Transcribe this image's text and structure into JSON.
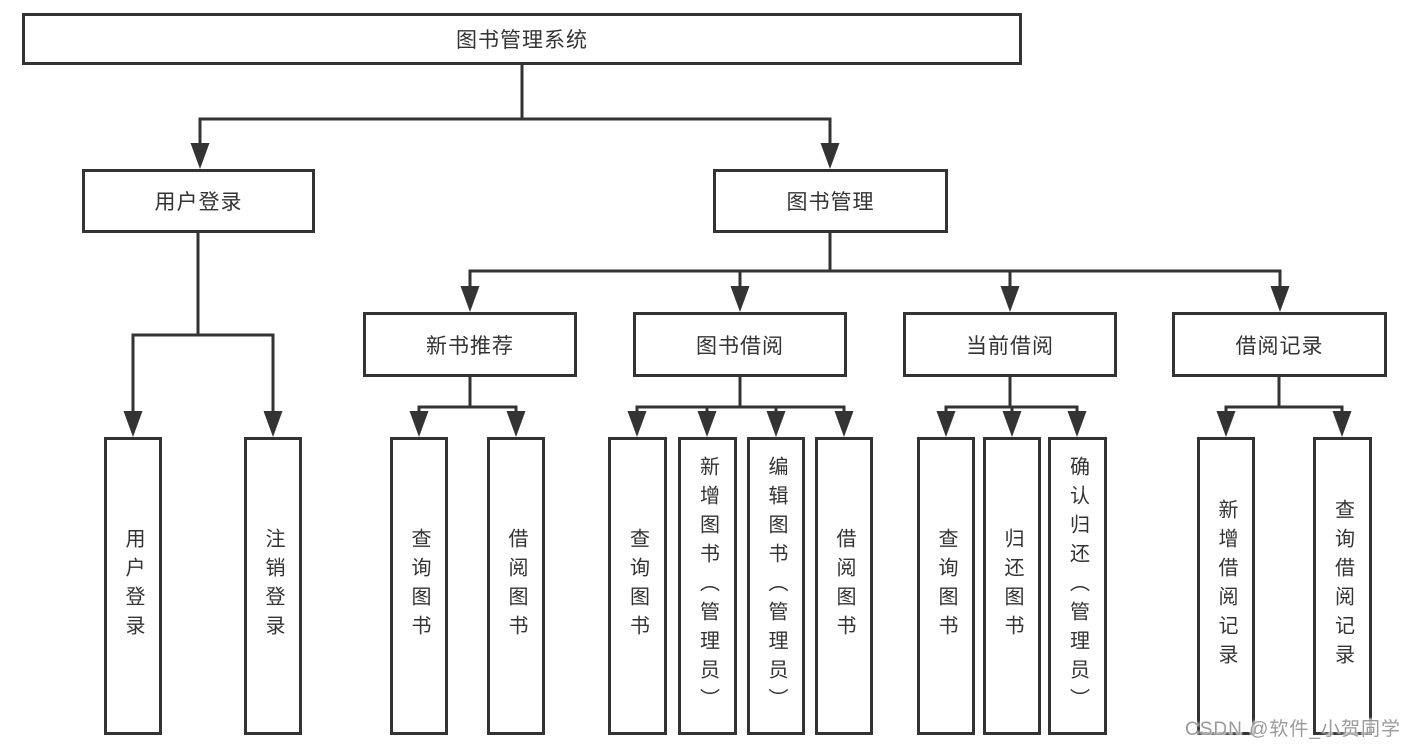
{
  "colors": {
    "background": "#ffffff",
    "line": "#333333",
    "box_border": "#333333",
    "text": "#333333",
    "watermark": "#9b9b9b"
  },
  "tree": {
    "root": {
      "label": "图书管理系统"
    },
    "level2": [
      {
        "label": "用户登录",
        "children": [
          {
            "label": "用户登录"
          },
          {
            "label": "注销登录"
          }
        ]
      },
      {
        "label": "图书管理",
        "children": [
          {
            "label": "新书推荐",
            "children": [
              {
                "label": "查询图书"
              },
              {
                "label": "借阅图书"
              }
            ]
          },
          {
            "label": "图书借阅",
            "children": [
              {
                "label": "查询图书"
              },
              {
                "label": "新增图书（管理员）"
              },
              {
                "label": "编辑图书（管理员）"
              },
              {
                "label": "借阅图书"
              }
            ]
          },
          {
            "label": "当前借阅",
            "children": [
              {
                "label": "查询图书"
              },
              {
                "label": "归还图书"
              },
              {
                "label": "确认归还（管理员）"
              }
            ]
          },
          {
            "label": "借阅记录",
            "children": [
              {
                "label": "新增借阅记录"
              },
              {
                "label": "查询借阅记录"
              }
            ]
          }
        ]
      }
    ]
  },
  "watermark": {
    "text": "CSDN @软件_小贺同学"
  }
}
